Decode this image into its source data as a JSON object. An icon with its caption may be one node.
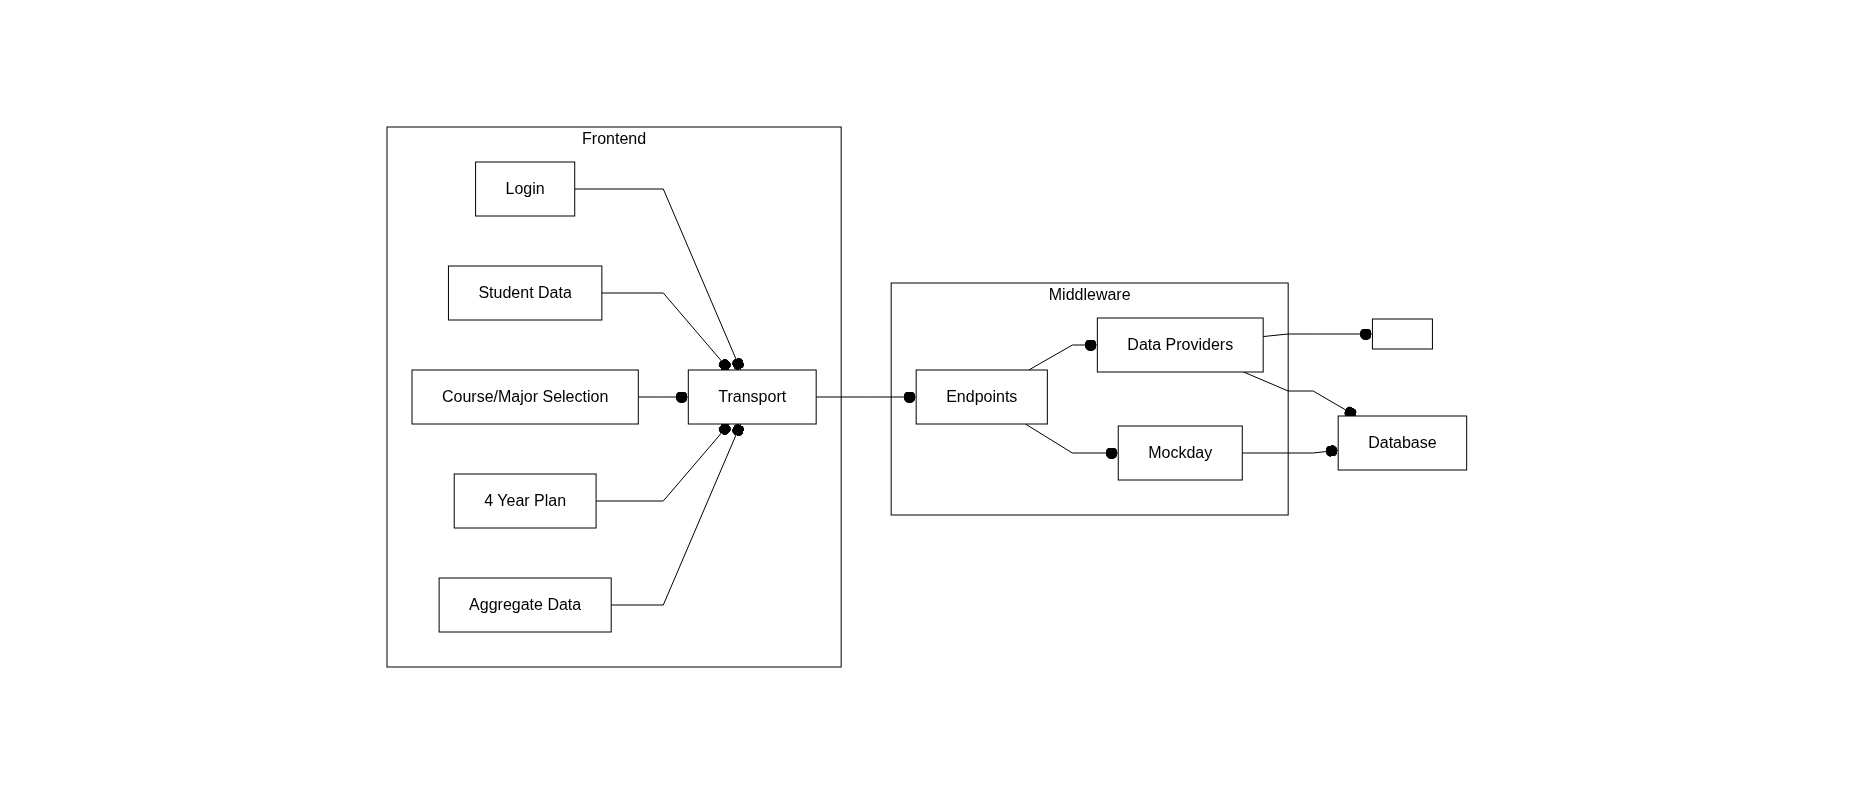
{
  "diagram": {
    "nodes": [
      {
        "text": [
          "Frontend"
        ]
      },
      {
        "text": [
          "Transport"
        ],
        "in": 0
      },
      {
        "text": [
          "Login"
        ],
        "in": 0
      },
      {
        "text": [
          "Student Data"
        ],
        "in": 0
      },
      {
        "text": [
          "Course/Major Selection"
        ],
        "in": 0
      },
      {
        "text": [
          "4 Year Plan"
        ],
        "in": 0
      },
      {
        "text": [
          "Aggregate Data"
        ],
        "in": 0
      },
      {
        "text": [
          "Middleware"
        ]
      },
      {
        "text": [
          "Endpoints"
        ],
        "in": 7
      },
      {
        "text": [
          "Data Providers"
        ],
        "in": 7
      },
      {
        "text": [
          "Mockday"
        ],
        "in": 7
      },
      {
        "text": [],
        "shape": "box"
      },
      {
        "text": [
          "Database"
        ]
      }
    ],
    "edges": [
      {
        "from": 2,
        "to": 1,
        "arrow": "other"
      },
      {
        "from": 3,
        "to": 1,
        "arrow": "other"
      },
      {
        "from": 4,
        "to": 1,
        "arrow": "other"
      },
      {
        "from": 5,
        "to": 1,
        "arrow": "other"
      },
      {
        "from": 6,
        "to": 1,
        "arrow": "other"
      },
      {
        "from": 1,
        "to": 8,
        "arrow": "other"
      },
      {
        "from": 8,
        "to": 9,
        "arrow": "other"
      },
      {
        "from": 8,
        "to": 10,
        "arrow": "other"
      },
      {
        "from": 9,
        "to": 11,
        "arrow": "other"
      },
      {
        "from": 9,
        "to": 12,
        "arrow": "other"
      },
      {
        "from": 10,
        "to": 12,
        "arrow": "other"
      }
    ]
  }
}
